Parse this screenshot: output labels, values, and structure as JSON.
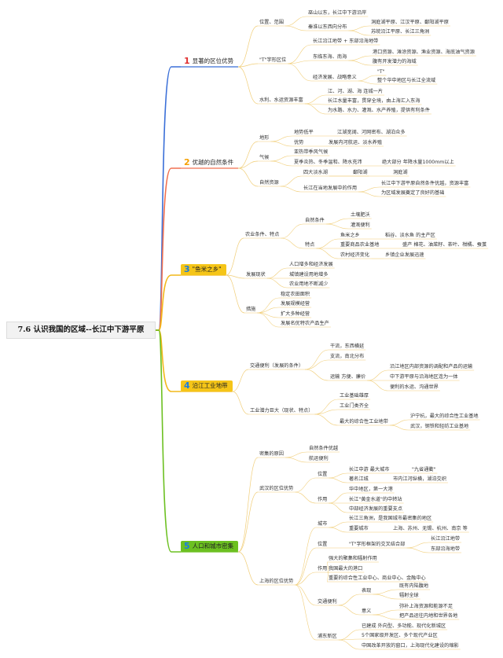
{
  "root": "7.6 认识我国的区域--长江中下游平原",
  "colors": {
    "blue": "#3a6fd8",
    "orange": "#f07050",
    "gold": "#f2b81a",
    "amber": "#f5c518",
    "green": "#6cc021",
    "leaf": "#f1ce79",
    "root_line": "#6da23a"
  },
  "s1": {
    "num": "1",
    "title": "显著的区位优势",
    "a": "位置、范围",
    "a1": "巫山以东，长江中下游沿岸",
    "a2": "秦淮以东西向分布",
    "a2a": "洞庭湖平原、江汉平原、鄱阳湖平原",
    "a2b": "苏皖沿江平原、长江三角洲",
    "b": "\"T\"字形区位",
    "b1": "长江沿江地带 + 东部沿海地带",
    "b2": "东临东海、南海",
    "b2a": "港口资源、滩涂资源、渔业资源、海底油气资源",
    "b2b": "腹有开发潜力的海域",
    "b3": "经济发展、战略意义",
    "b3a": "\"T\"",
    "b3b": "整个华中地区与长江全流域",
    "c": "水利、水运资源丰富",
    "c1": "江、河、湖、海 连城一片",
    "c2": "长江水量丰富，贯穿全境，由上海汇入东海",
    "c3": "为水路、水力、灌溉、水产养殖，提供有利条件"
  },
  "s2": {
    "num": "2",
    "title": "优越的自然条件",
    "a": "地形",
    "a1": "地势低平",
    "a1a": "江湖宽阔、河网密布、湖泊众多",
    "a2": "优势",
    "a2a": "发展内河航运、淡水养殖",
    "b": "气候",
    "b1": "亚热带季风气候",
    "b2": "夏季炎热、冬季温和、降水充沛",
    "b2a": "绝大部分 年降水量1000mm以上",
    "c": "自然资源",
    "c1": "四大淡水湖",
    "c1a": "鄱阳湖",
    "c1b": "洞庭湖",
    "c2": "长江在当地发展中的作用",
    "c2a": "长江中下游平原自然条件优越，资源丰富",
    "c2b": "为区域发展奠定了良好的基础"
  },
  "s3": {
    "num": "3",
    "title": "\"鱼米之乡\"",
    "a": "农业条件、特点",
    "a1": "自然条件",
    "a1a": "土壤肥沃",
    "a1b": "灌溉便利",
    "a2": "特点",
    "a2a": "鱼米之乡",
    "a2a1": "稻谷、淡水鱼 的主产区",
    "a2b": "重要商品农业基地",
    "a2b1": "盛产 棉花、油菜籽、茶叶、柑橘、蚕茧",
    "a2c": "农村经济变化",
    "a2c1": "乡镇企业发展迅速",
    "b": "发展现状",
    "b1": "人口增多和经济发展",
    "b2": "城镇建设用地增多",
    "b3": "农业用地不断减少",
    "c": "措施",
    "c1": "稳定农田面积",
    "c2": "发展规模经营",
    "c3": "扩大多种经营",
    "c4": "发展名优特农产品生产"
  },
  "s4": {
    "num": "4",
    "title": "沿江工业地带",
    "a": "交通便利（发展的条件）",
    "a1": "干流，东西横延",
    "a2": "支流，南北分布",
    "a3": "运输 方便、廉价",
    "a3a": "沿江地区内部资源的调配和产品的运输",
    "a3b": "中下游平原与沿海地区连为一体",
    "a3c": "便利的水运、沟通世界",
    "b": "工业潜力巨大（现状、特点）",
    "b1": "工业基础雄厚",
    "b2": "工业门类齐全",
    "b3": "最大的综合性工业地带",
    "b3a": "沪宁杭，最大的综合性工业基地",
    "b3b": "武汉，钢铁和轻纺工业基地"
  },
  "s5": {
    "num": "5",
    "title": "人口和城市密集",
    "a": "密集的原因",
    "a1": "自然条件优越",
    "a2": "航运便利",
    "b": "武汉的区位优势",
    "b1": "位置",
    "b1a": "长江中游 最大城市",
    "b1a1": "\"九省通衢\"",
    "b1b": "著名江城",
    "b1b1": "市内江河纵横，湖泊交织",
    "b2": "作用",
    "b2a": "华中地区，第一大港",
    "b2b": "长江\"黄金水道\"的中转站",
    "b2c": "中部经济发展的重要支点",
    "c": "上海的区位优势",
    "c1": "城市",
    "c1a": "长江三角洲，是我国城市最密集的地区",
    "c1b": "重要城市",
    "c1b1": "上海、苏州、无锡、杭州、南京 等",
    "c2": "位置",
    "c2a": "\"T\"字形框架的交叉结合部",
    "c2a1": "长江沿江地带",
    "c2a2": "东部沿海地带",
    "c3": "作用",
    "c3a": "强大的聚集和辐射作用",
    "c3b": "我国最大的港口",
    "c3c": "重要的综合性工业中心、商业中心、金融中心",
    "c4": "交通便利",
    "c4a": "表现",
    "c4a1": "既有内陆腹地",
    "c4a2": "辐射全球",
    "c4b": "意义",
    "c4b1": "弥补上海资源和能源不足",
    "c4b2": "把产品运往内地和世界各地",
    "c5": "浦东新区",
    "c5a": "已建成 外向型、多功能、现代化新城区",
    "c5b": "5个国家级开发区、多个现代产业区",
    "c5c": "中国改革开放的窗口，上海现代化建设的缩影"
  }
}
